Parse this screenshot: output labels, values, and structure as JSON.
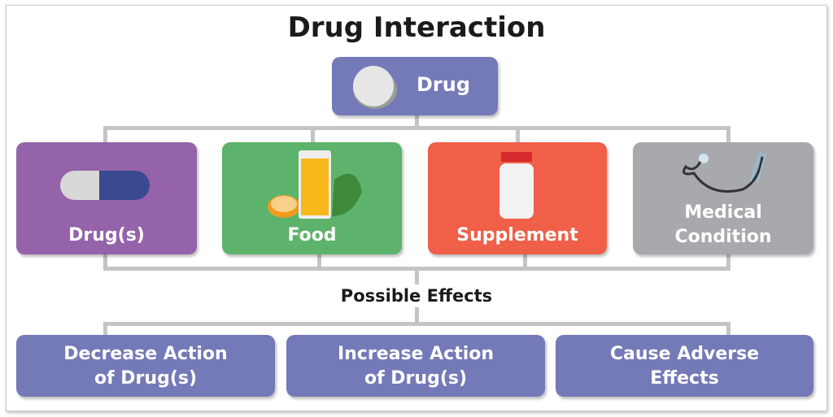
{
  "title": "Drug Interaction",
  "root_node": {
    "label": "Drug",
    "icon": "tablet-icon",
    "color": "#7479b8"
  },
  "interactors": [
    {
      "label": "Drug(s)",
      "icon": "capsule-icon",
      "color": "#9563aa"
    },
    {
      "label": "Food",
      "icon": "juice-orange-greens-icon",
      "color": "#5db36b"
    },
    {
      "label": "Supplement",
      "icon": "pill-bottle-icon",
      "color": "#f05f48"
    },
    {
      "label": "Medical Condition",
      "line1": "Medical",
      "line2": "Condition",
      "icon": "stethoscope-icon",
      "color": "#a7a9ac"
    }
  ],
  "effects_heading": "Possible Effects",
  "effects": [
    {
      "line1": "Decrease Action",
      "line2": "of Drug(s)"
    },
    {
      "line1": "Increase Action",
      "line2": "of Drug(s)"
    },
    {
      "line1": "Cause Adverse",
      "line2": "Effects"
    }
  ]
}
